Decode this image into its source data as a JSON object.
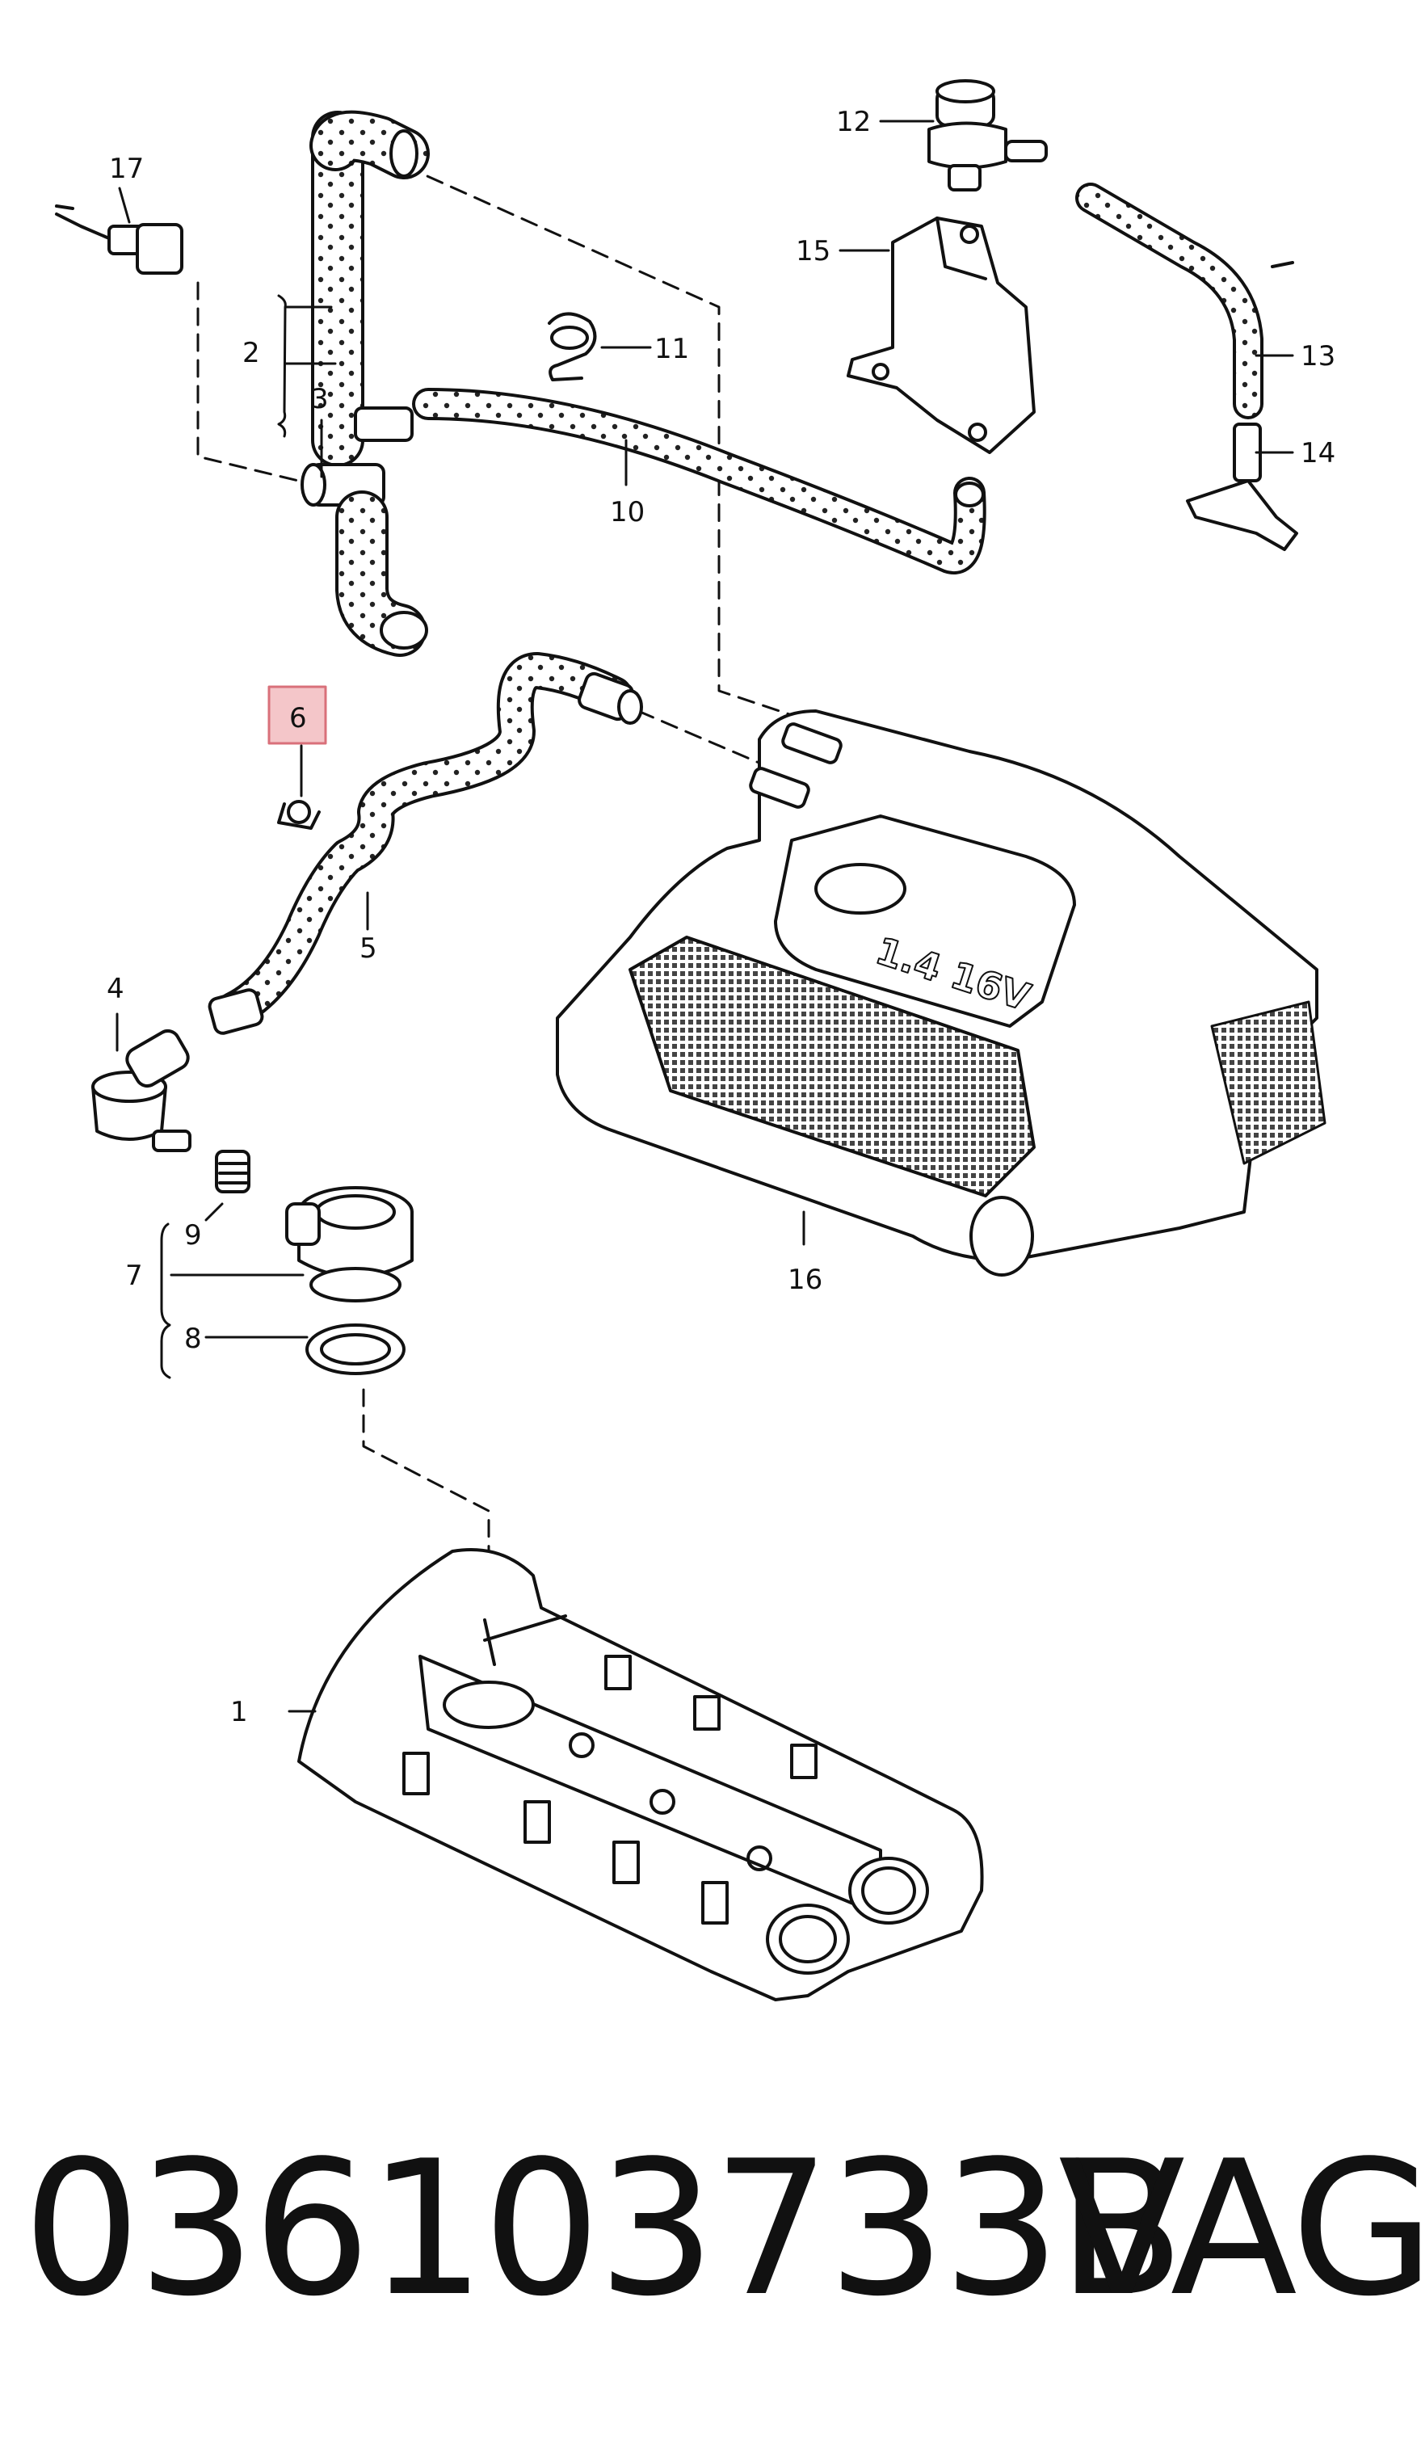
{
  "diagram": {
    "callouts": [
      {
        "id": "1",
        "text": "1"
      },
      {
        "id": "2",
        "text": "2"
      },
      {
        "id": "3",
        "text": "3"
      },
      {
        "id": "4",
        "text": "4"
      },
      {
        "id": "5",
        "text": "5"
      },
      {
        "id": "6",
        "text": "6",
        "highlighted": true
      },
      {
        "id": "7",
        "text": "7"
      },
      {
        "id": "8",
        "text": "8"
      },
      {
        "id": "9",
        "text": "9"
      },
      {
        "id": "10",
        "text": "10"
      },
      {
        "id": "11",
        "text": "11"
      },
      {
        "id": "12",
        "text": "12"
      },
      {
        "id": "13",
        "text": "13"
      },
      {
        "id": "14",
        "text": "14"
      },
      {
        "id": "15",
        "text": "15"
      },
      {
        "id": "16",
        "text": "16"
      },
      {
        "id": "17",
        "text": "17"
      }
    ],
    "engine_cover_badge": "1.4 16V",
    "highlight_color": "#f4c6c9",
    "highlight_border": "#d9707a"
  },
  "caption": {
    "part_number": "036103733B",
    "brand": "VAG"
  }
}
